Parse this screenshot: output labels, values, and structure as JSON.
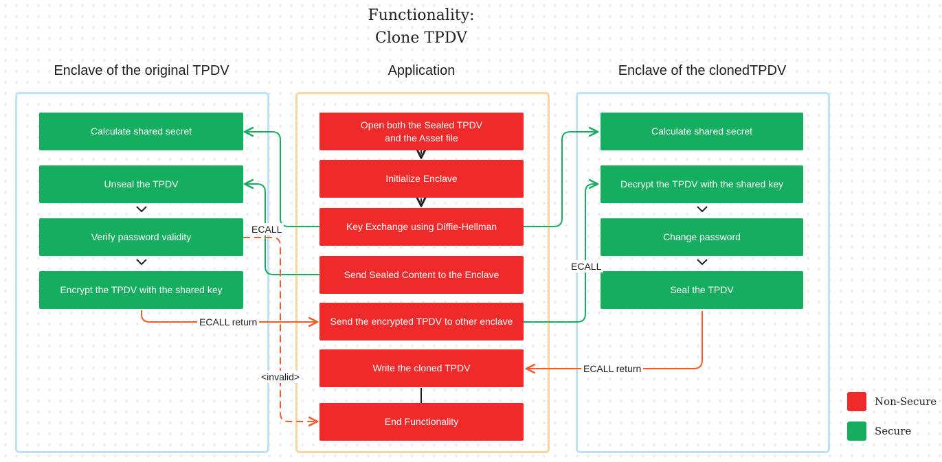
{
  "title": {
    "line1": "Functionality:",
    "line2": "Clone TPDV"
  },
  "columns": {
    "left": "Enclave of the original TPDV",
    "middle": "Application",
    "right": "Enclave of the clonedTPDV"
  },
  "left_boxes": [
    "Calculate shared secret",
    "Unseal the TPDV",
    "Verify password validity",
    "Encrypt the TPDV with the shared key"
  ],
  "middle_boxes": [
    "Open both the Sealed TPDV\nand the Asset file",
    "Initialize Enclave",
    "Key Exchange using Diffie-Hellman",
    "Send Sealed Content to the Enclave",
    "Send the encrypted TPDV to other enclave",
    "Write the cloned TPDV",
    "End Functionality"
  ],
  "right_boxes": [
    "Calculate shared secret",
    "Decrypt the TPDV with the shared key",
    "Change password",
    "Seal the TPDV"
  ],
  "labels": {
    "ecall_left": "ECALL",
    "ecall_return_left": "ECALL return",
    "invalid": "<invalid>",
    "ecall_right": "ECALL",
    "ecall_return_right": "ECALL return"
  },
  "legend": [
    {
      "label": "Non-Secure",
      "color": "#f02a2a"
    },
    {
      "label": "Secure",
      "color": "#15ad5e"
    }
  ],
  "colors": {
    "secure": "#15ad5e",
    "non_secure": "#f02a2a",
    "enclave_border": "#bfe0f5",
    "application_border": "#f8d4a0",
    "green_connector": "#15ad5e",
    "orange_connector": "#f15a2a",
    "black_connector": "#1e1e1e"
  }
}
